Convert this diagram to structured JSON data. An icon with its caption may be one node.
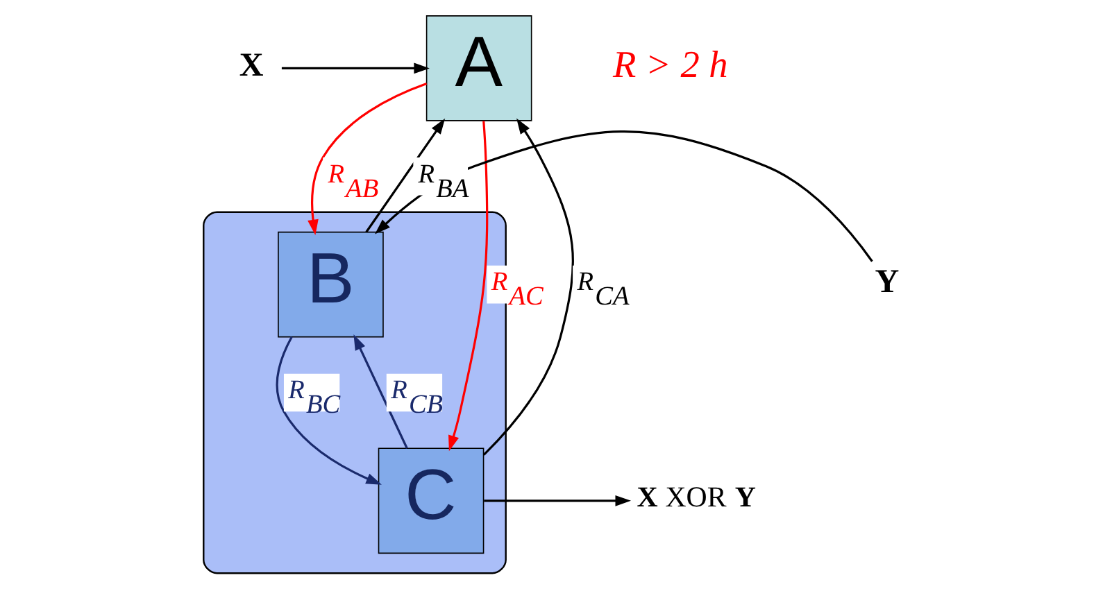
{
  "diagram": {
    "nodes": [
      {
        "text": [
          "X"
        ]
      },
      {
        "text": [
          "A"
        ]
      },
      {
        "text": [
          "Y"
        ]
      },
      {
        "text": [],
        "shape": "band"
      },
      {
        "text": [
          "B"
        ],
        "in": 3
      },
      {
        "text": [
          "C"
        ],
        "in": 3
      },
      {
        "text": [
          "**X** XOR **Y**"
        ]
      }
    ],
    "edges": [
      {
        "from": 0,
        "to": 1,
        "arrow": "to"
      },
      {
        "from": 1,
        "to": 5,
        "arrow": "to",
        "label": "R$_{AC}$",
        "color": "#ff0000"
      },
      {
        "from": 5,
        "to": 1,
        "arrow": "to",
        "label": "R$_{CA}$"
      },
      {
        "from": 4,
        "to": 1,
        "arrow": "to",
        "label": "R$_{BA}$"
      },
      {
        "from": 1,
        "to": 4,
        "arrow": "to",
        "label": "R$_{AB}$",
        "color": "#ff0000"
      },
      {
        "from": 4,
        "to": 5,
        "arrow": "to",
        "label": "R$_{BC}$",
        "color": "#1a2a6c"
      },
      {
        "from": 5,
        "to": 4,
        "arrow": "to",
        "label": "R$_{CB}$",
        "color": "#1a2a6c"
      },
      {
        "from": 2,
        "to": 4,
        "arrow": "to"
      },
      {
        "from": 5,
        "to": 6,
        "arrow": "to"
      }
    ],
    "labels": [
      "R > 2 h"
    ]
  }
}
